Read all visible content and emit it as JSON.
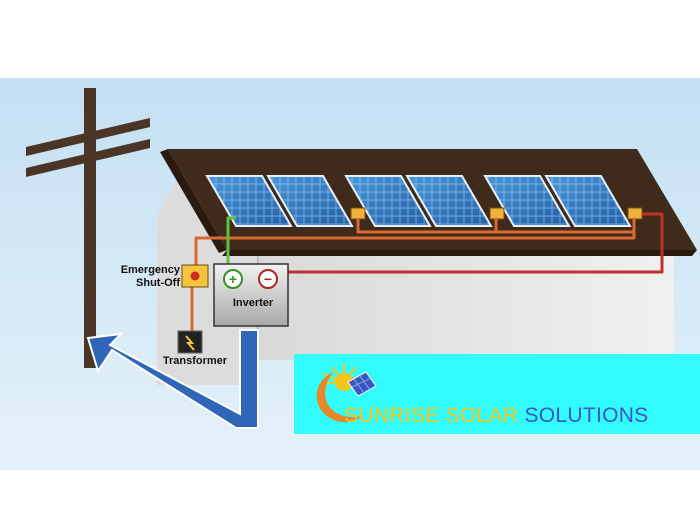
{
  "labels": {
    "emergency_line1": "Emergency",
    "emergency_line2": "Shut-Off",
    "inverter": "Inverter",
    "transformer": "Transformer"
  },
  "logo": {
    "word1": "SUNRISE",
    "word2": "SOLAR",
    "word3": "SOLUTIONS"
  },
  "components": {
    "solar_panel_count": 6,
    "inverter_terminals": [
      "+",
      "−"
    ]
  },
  "colors": {
    "sky": "#cfe6f4",
    "roof": "#3f2a1c",
    "house_wall": "#e6e6e6",
    "panel": "#2f78c4",
    "pole": "#4a3526",
    "wire_red": "#c0302c",
    "wire_orange": "#d8692f",
    "wire_green": "#5fc142",
    "arrow": "#2f66b7",
    "logo_bg": "#32fbfb",
    "logo_gold": "#f4c71a",
    "logo_blue": "#3a56c4"
  }
}
